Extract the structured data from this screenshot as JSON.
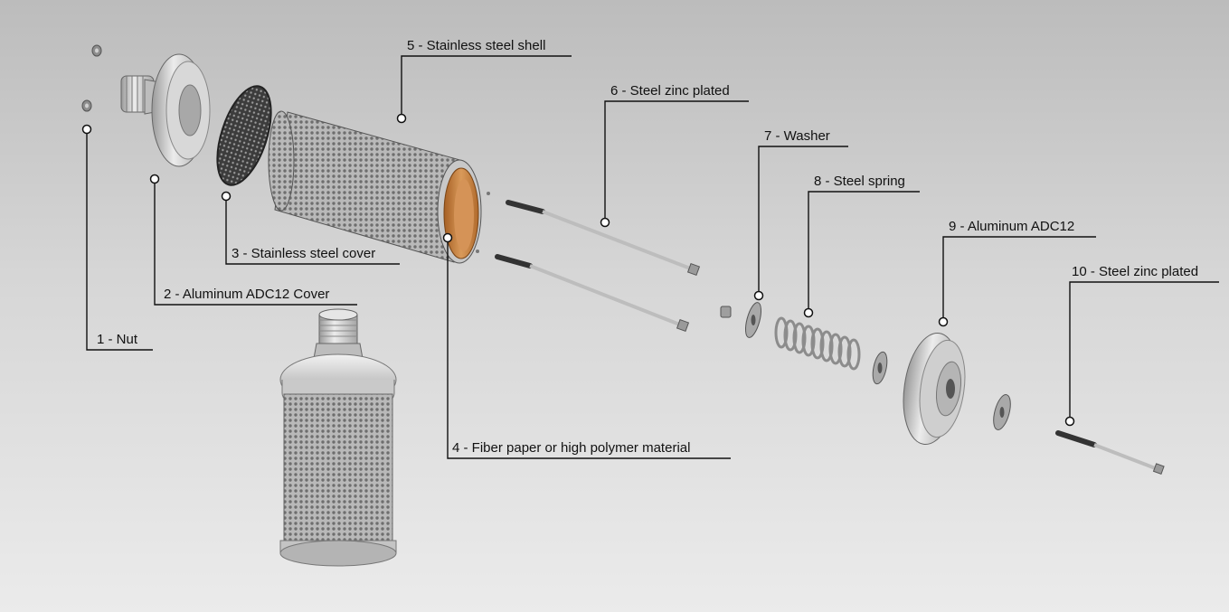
{
  "labels": {
    "l1": "1 - Nut",
    "l2": "2 - Aluminum ADC12 Cover",
    "l3": "3 - Stainless steel cover",
    "l4": "4 - Fiber paper or high polymer material",
    "l5": "5 - Stainless steel shell",
    "l6": "6 - Steel zinc plated",
    "l7": "7 - Washer",
    "l8": "8 - Steel spring",
    "l9": "9 - Aluminum ADC12",
    "l10": "10 - Steel zinc plated"
  },
  "colors": {
    "background_top": "#bcbcbc",
    "background_bottom": "#ebebeb",
    "metal": "#cfcfcf",
    "mesh": "#8a8a8a",
    "fiber_liner": "#c8803c",
    "leader_line": "#111111"
  }
}
